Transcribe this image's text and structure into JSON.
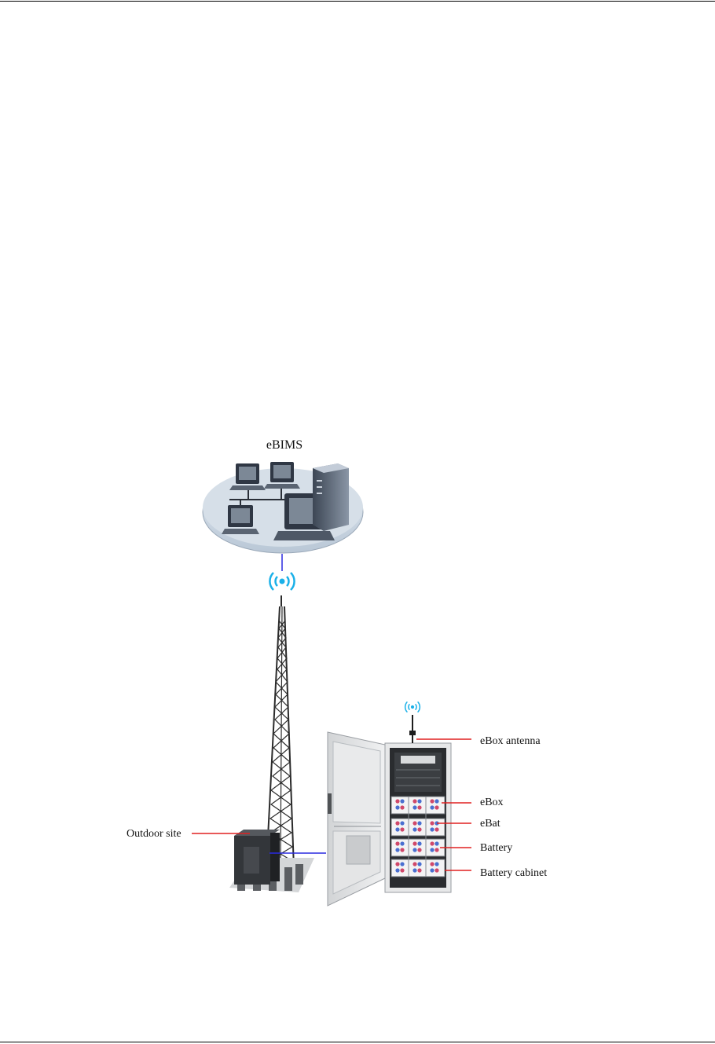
{
  "diagram": {
    "title": "eBIMS",
    "labels": {
      "outdoor_site": "Outdoor site",
      "ebox_antenna": "eBox antenna",
      "ebox": "eBox",
      "ebat": "eBat",
      "battery": "Battery",
      "battery_cabinet": "Battery cabinet"
    },
    "icons": [
      "wireless-signal-icon",
      "computer-icon",
      "server-icon",
      "tower-icon",
      "cabinet-icon"
    ],
    "colors": {
      "signal": "#1ab0e8",
      "link": "#2a2ae0",
      "callout": "#e02020",
      "platform": "#cbd6e2"
    }
  }
}
